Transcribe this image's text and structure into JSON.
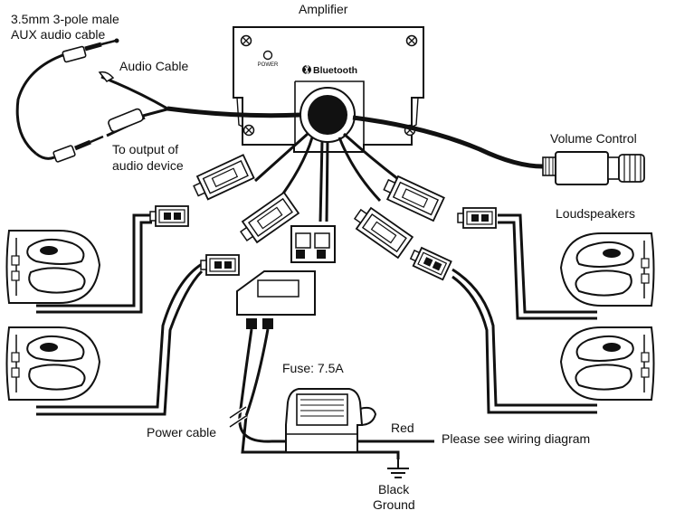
{
  "labels": {
    "aux_line1": "3.5mm 3-pole male",
    "aux_line2": "AUX audio cable",
    "amplifier": "Amplifier",
    "audio_cable": "Audio Cable",
    "output_line1": "To output of",
    "output_line2": "audio device",
    "volume_control": "Volume Control",
    "loudspeakers": "Loudspeakers",
    "fuse": "Fuse: 7.5A",
    "power_cable": "Power cable",
    "red": "Red",
    "wiring_note": "Please see wiring diagram",
    "black": "Black",
    "ground": "Ground"
  },
  "amplifier_panel": {
    "power_text": "POWER",
    "bluetooth_text": "Bluetooth"
  }
}
